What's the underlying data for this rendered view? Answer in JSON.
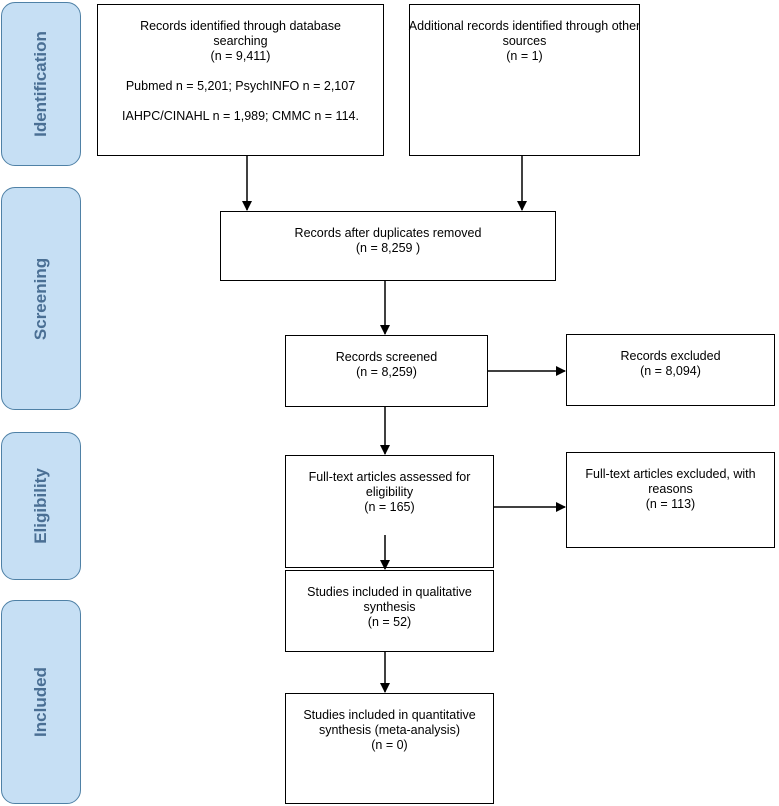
{
  "stages": {
    "identification": "Identification",
    "screening": "Screening",
    "eligibility": "Eligibility",
    "included": "Included"
  },
  "boxes": {
    "db_search": {
      "line1": "Records identified through database",
      "line2": "searching",
      "line3": "(n =  9,411)",
      "line4": "Pubmed n = 5,201; PsychINFO n = 2,107",
      "line5": "IAHPC/CINAHL n = 1,989; CMMC  n = 114."
    },
    "other_sources": {
      "line1": "Additional records identified through other",
      "line2": "sources",
      "line3": "(n = 1)"
    },
    "duplicates_removed": {
      "line1": "Records after duplicates removed",
      "line2": "(n =  8,259 )"
    },
    "screened": {
      "line1": "Records screened",
      "line2": "(n =  8,259)"
    },
    "excluded": {
      "line1": "Records excluded",
      "line2": "(n =   8,094)"
    },
    "fulltext_assessed": {
      "line1": "Full-text articles assessed for",
      "line2": "eligibility",
      "line3": "(n =   165)"
    },
    "fulltext_excluded": {
      "line1": "Full-text articles excluded, with",
      "line2": "reasons",
      "line3": "(n = 113)"
    },
    "qualitative": {
      "line1": "Studies included in qualitative",
      "line2": "synthesis",
      "line3": "(n = 52)"
    },
    "quantitative": {
      "line1": "Studies included in quantitative",
      "line2": "synthesis (meta-analysis)",
      "line3": "(n =   0)"
    }
  }
}
